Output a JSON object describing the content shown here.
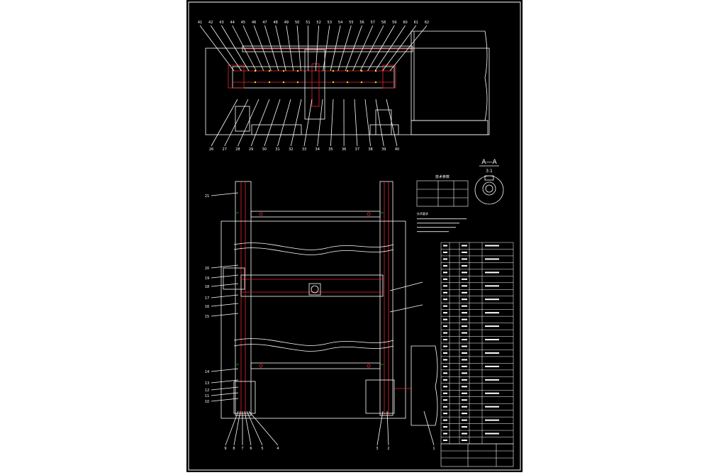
{
  "colors": {
    "page_bg": "#ffffff",
    "paper": "#000000",
    "line": "#ffffff",
    "accent_red": "#e8262b",
    "accent_yellow": "#e6e600",
    "accent_green": "#00c000"
  },
  "drawing": {
    "section_label": "A—A",
    "section_scale": "3:1",
    "spec_table_title": "技术参数",
    "spec_rows": [
      [
        "",
        "",
        ""
      ],
      [
        "",
        "",
        ""
      ],
      [
        "",
        "",
        ""
      ]
    ],
    "notes_title": "技术要求",
    "notes": [
      "",
      "",
      "",
      ""
    ],
    "top_view_callouts_top": [
      "41",
      "42",
      "43",
      "44",
      "45",
      "46",
      "47",
      "48",
      "49",
      "50",
      "51",
      "52",
      "53",
      "54",
      "55",
      "56",
      "57",
      "58",
      "59",
      "60",
      "61",
      "62"
    ],
    "top_view_callouts_bottom": [
      "26",
      "27",
      "28",
      "29",
      "30",
      "31",
      "32",
      "33",
      "34",
      "35",
      "36",
      "37",
      "38",
      "39",
      "40"
    ],
    "front_view_callouts_left": [
      "21",
      "20",
      "19",
      "18",
      "17",
      "16",
      "15",
      "14",
      "13",
      "12",
      "11",
      "10"
    ],
    "front_view_callouts_bottom": [
      "9",
      "8",
      "7",
      "6",
      "5",
      "4",
      "3",
      "2",
      "1"
    ],
    "parts_list_rows": 30,
    "title_block": {
      "drawing_title": "",
      "sheet": ""
    }
  }
}
